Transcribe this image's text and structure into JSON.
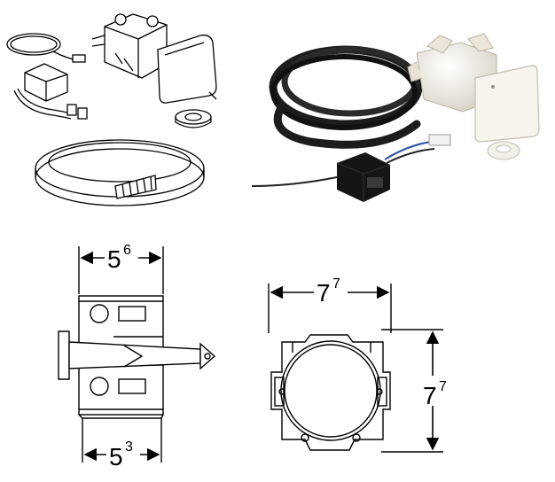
{
  "dimensions": {
    "side_top": {
      "main": "5",
      "sup": "6"
    },
    "side_bottom": {
      "main": "5",
      "sup": "3"
    },
    "front_width": {
      "main": "7",
      "sup": "7"
    },
    "front_height": {
      "main": "7",
      "sup": "7"
    }
  },
  "colors": {
    "line": "#000000",
    "photo_body": "#f2ede4",
    "photo_hose": "#1c1c1c",
    "photo_module": "#151515"
  }
}
